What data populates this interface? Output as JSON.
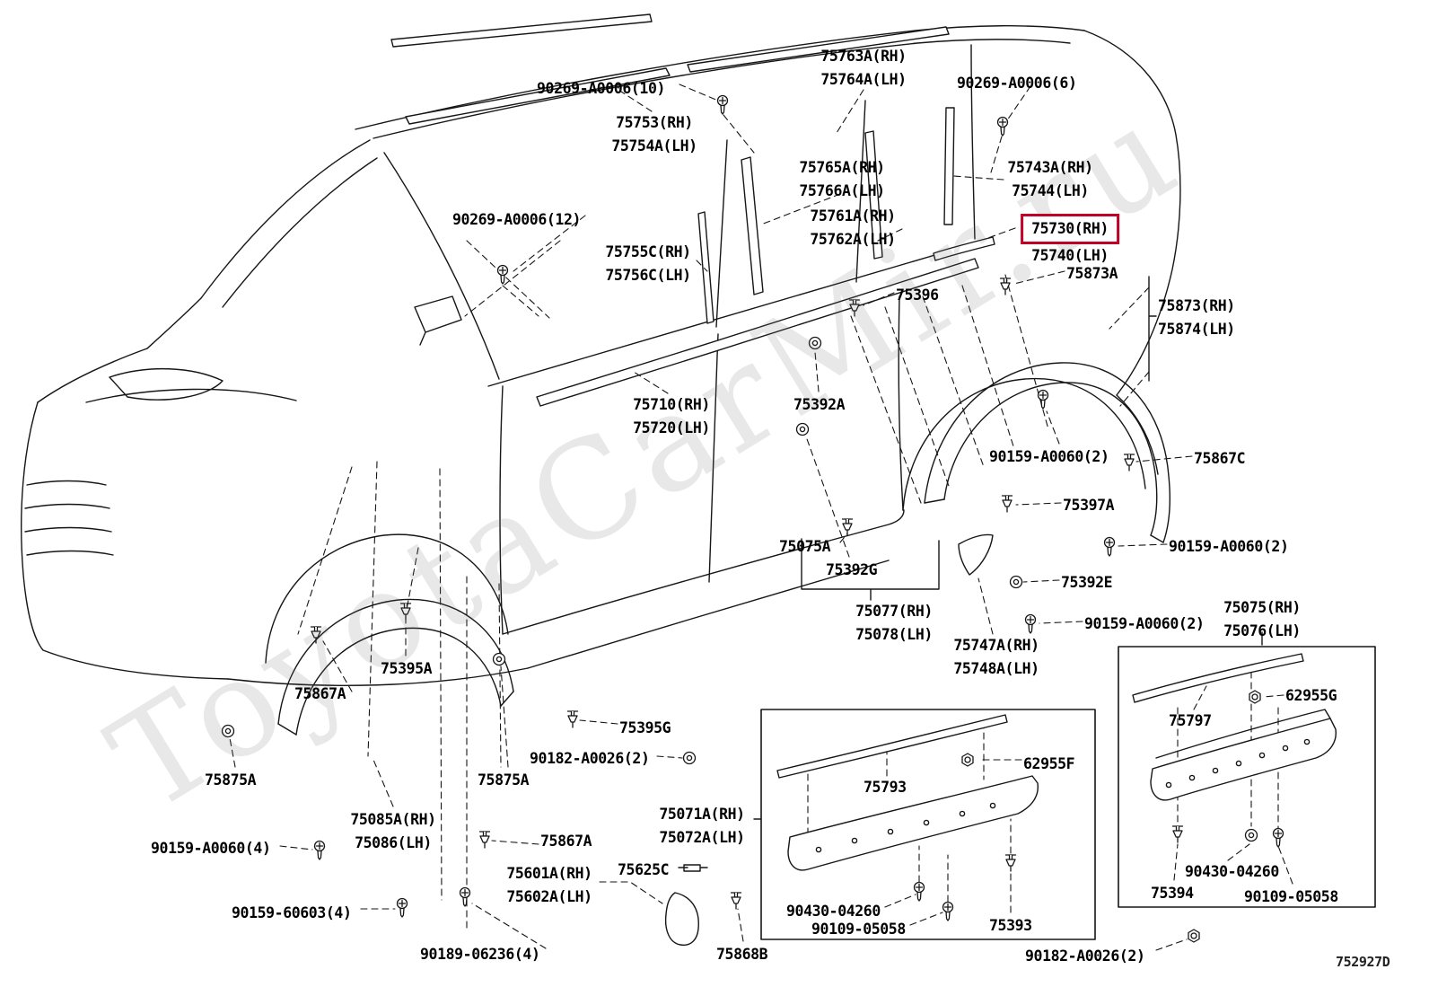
{
  "diagram": {
    "code": "752927D",
    "watermark": "ToyotaCarMir.ru",
    "highlight": {
      "part": "75730(RH)",
      "color": "#c00024"
    }
  },
  "labels": [
    {
      "text": "90269-A0006(10)"
    },
    {
      "text": "75763A(RH)\n75764A(LH)"
    },
    {
      "text": "90269-A0006(6)"
    },
    {
      "text": "75753(RH)\n75754A(LH)"
    },
    {
      "text": "75765A(RH)\n75766A(LH)"
    },
    {
      "text": "75743A(RH)\n75744(LH)"
    },
    {
      "text": "90269-A0006(12)"
    },
    {
      "text": "75761A(RH)\n75762A(LH)"
    },
    {
      "text": "75730(RH)"
    },
    {
      "text": "75740(LH)"
    },
    {
      "text": "75755C(RH)\n75756C(LH)"
    },
    {
      "text": "75873A"
    },
    {
      "text": "75873(RH)\n75874(LH)"
    },
    {
      "text": "75396"
    },
    {
      "text": "75392A"
    },
    {
      "text": "75710(RH)\n75720(LH)"
    },
    {
      "text": "90159-A0060(2)"
    },
    {
      "text": "75867C"
    },
    {
      "text": "75397A"
    },
    {
      "text": "75075A"
    },
    {
      "text": "90159-A0060(2)"
    },
    {
      "text": "75392G"
    },
    {
      "text": "75392E"
    },
    {
      "text": "75077(RH)\n75078(LH)"
    },
    {
      "text": "90159-A0060(2)"
    },
    {
      "text": "75075(RH)\n75076(LH)"
    },
    {
      "text": "75747A(RH)\n75748A(LH)"
    },
    {
      "text": "75867A"
    },
    {
      "text": "75395A"
    },
    {
      "text": "75395G"
    },
    {
      "text": "90182-A0026(2)"
    },
    {
      "text": "75875A"
    },
    {
      "text": "75875A"
    },
    {
      "text": "75085A(RH)\n75086(LH)"
    },
    {
      "text": "90159-A0060(4)"
    },
    {
      "text": "75867A"
    },
    {
      "text": "75625C"
    },
    {
      "text": "75601A(RH)\n75602A(LH)"
    },
    {
      "text": "90159-60603(4)"
    },
    {
      "text": "90189-06236(4)"
    },
    {
      "text": "75868B"
    },
    {
      "text": "75071A(RH)\n75072A(LH)"
    },
    {
      "text": "75793"
    },
    {
      "text": "62955F"
    },
    {
      "text": "90430-04260"
    },
    {
      "text": "90109-05058"
    },
    {
      "text": "75393"
    },
    {
      "text": "90182-A0026(2)"
    },
    {
      "text": "75797"
    },
    {
      "text": "62955G"
    },
    {
      "text": "90430-04260"
    },
    {
      "text": "75394"
    },
    {
      "text": "90109-05058"
    }
  ]
}
